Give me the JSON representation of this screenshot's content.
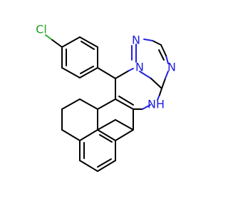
{
  "molecule": {
    "atoms": {
      "cl": "Cl",
      "n_top_left": "N",
      "n_top_mid": "N",
      "n_right": "N",
      "nh": "NH"
    },
    "colors": {
      "bond": "#000000",
      "nitrogen": "#2020e0",
      "chlorine": "#20a020",
      "background": "#ffffff"
    }
  }
}
